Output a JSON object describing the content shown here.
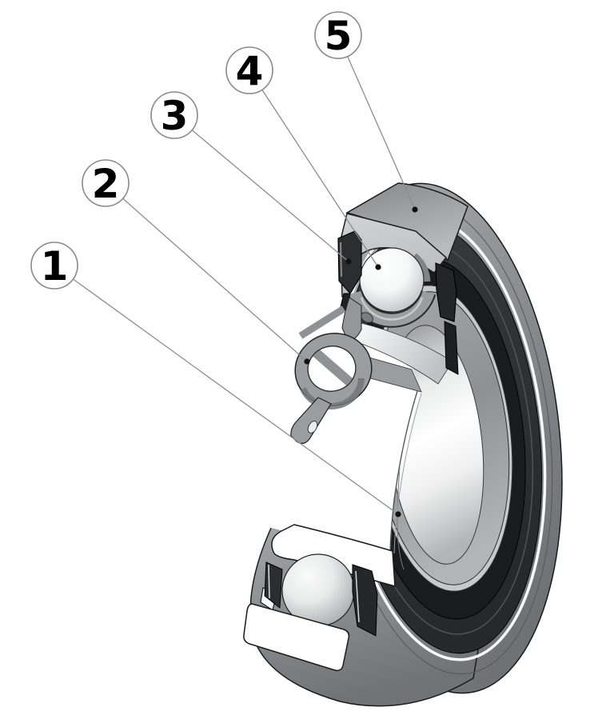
{
  "diagram": {
    "kind": "technical-callout-diagram",
    "subject": "sealed ball bearing cutaway view",
    "background": "#ffffff",
    "callouts": [
      {
        "label": "1"
      },
      {
        "label": "2"
      },
      {
        "label": "3"
      },
      {
        "label": "4"
      },
      {
        "label": "5"
      }
    ],
    "colors": {
      "outline": "#1a1a1a",
      "leader_line": "#8c8c8c",
      "callout_stroke": "#8a8a8a",
      "rim_gray": "#8b8e90",
      "seal_black": "#232527",
      "cut_face_light": "#c9ccd0",
      "cage_gray": "#9b9ea1",
      "ball_highlight": "#ffffff"
    }
  }
}
